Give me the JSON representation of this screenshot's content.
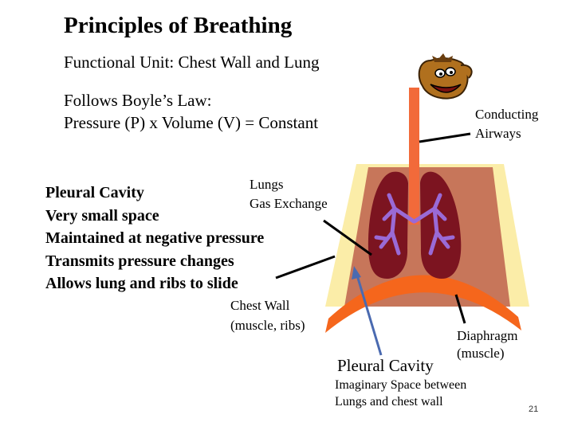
{
  "slide": {
    "title": "Principles of Breathing",
    "subtitle": "Functional Unit: Chest Wall and Lung",
    "boyle_line1": "Follows Boyle’s Law:",
    "boyle_line2": "Pressure (P) x Volume (V) = Constant",
    "pleural_items": [
      "Pleural Cavity",
      "Very small space",
      "Maintained at negative pressure",
      "Transmits pressure changes",
      "Allows lung and ribs to slide"
    ],
    "page_number": "21"
  },
  "labels": {
    "lungs_line1": "Lungs",
    "lungs_line2": "Gas Exchange",
    "chest_wall_line1": "Chest Wall",
    "chest_wall_line2": "(muscle, ribs)",
    "airways_line1": "Conducting",
    "airways_line2": "Airways",
    "diaphragm_line1": "Diaphragm",
    "diaphragm_line2": "(muscle)",
    "pleural_cavity": "Pleural Cavity",
    "imaginary_line1": "Imaginary Space between",
    "imaginary_line2": "Lungs and chest wall"
  },
  "colors": {
    "chest_background": "#fbeda8",
    "body_wall": "#c7765a",
    "diaphragm": "#f5661c",
    "lung": "#7c1420",
    "bronchi": "#9a6ad6",
    "airway": "#f26a3a",
    "pointer_arrow": "#4a6ab0"
  }
}
